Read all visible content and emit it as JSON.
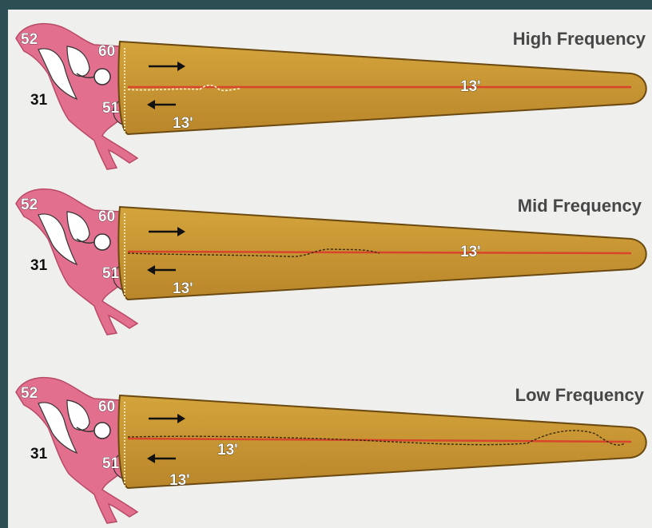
{
  "panels": [
    {
      "title": "High Frequency",
      "labels": {
        "top": "52",
        "oval": "60",
        "outer": "31",
        "round": "51",
        "duct_mid": "13'",
        "duct_low": "13'"
      }
    },
    {
      "title": "Mid Frequency",
      "labels": {
        "top": "52",
        "oval": "60",
        "outer": "31",
        "round": "51",
        "duct_mid": "13'",
        "duct_low": "13'"
      }
    },
    {
      "title": "Low Frequency",
      "labels": {
        "top": "52",
        "oval": "60",
        "outer": "31",
        "round": "51",
        "duct_mid": "13'",
        "duct_low": "13'"
      }
    }
  ],
  "colors": {
    "background": "#2b4f52",
    "paper": "#efefed",
    "duct": "#c9962f",
    "ear": "#e36f8f",
    "membrane": "#d8452b"
  }
}
